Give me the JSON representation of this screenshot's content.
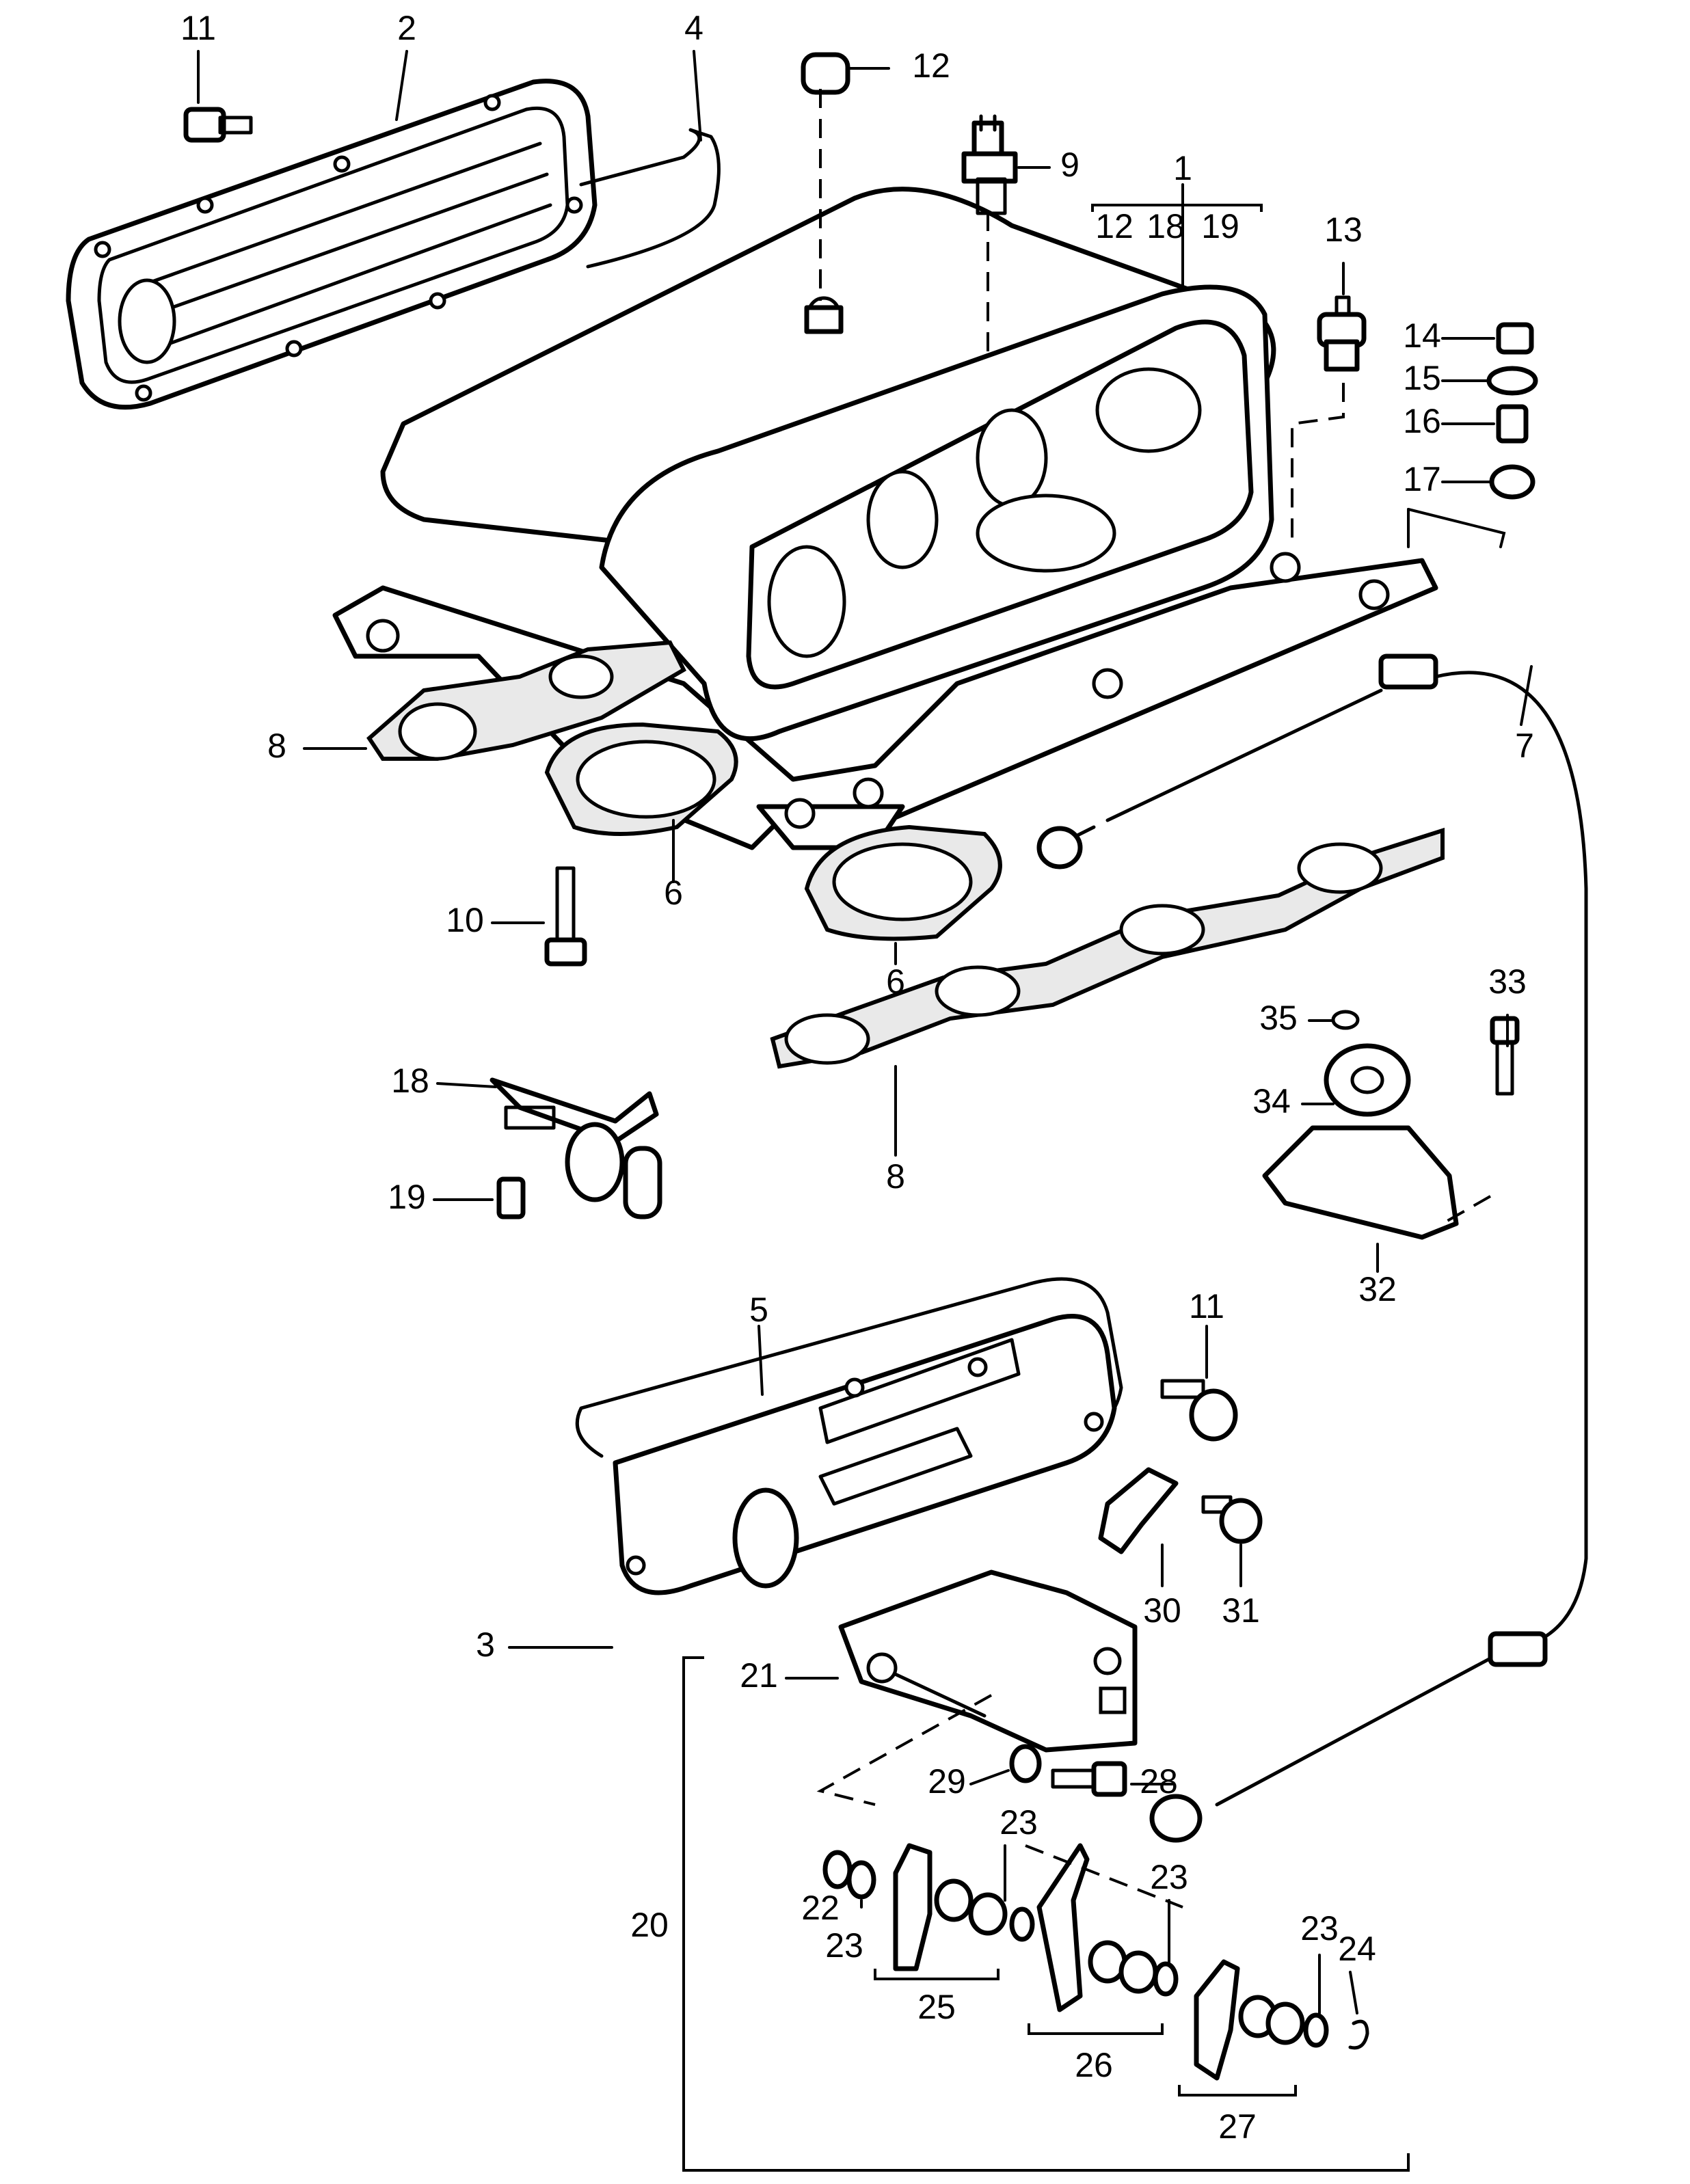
{
  "diagram": {
    "callouts": {
      "c1": "1",
      "c2": "2",
      "c3": "3",
      "c4": "4",
      "c5": "5",
      "c6a": "6",
      "c6b": "6",
      "c7": "7",
      "c8a": "8",
      "c8b": "8",
      "c9": "9",
      "c10": "10",
      "c11a": "11",
      "c11b": "11",
      "c12": "12",
      "c13": "13",
      "c14": "14",
      "c15": "15",
      "c16": "16",
      "c17": "17",
      "c18": "18",
      "c19": "19",
      "c20": "20",
      "c21": "21",
      "c22": "22",
      "c23a": "23",
      "c23b": "23",
      "c23c": "23",
      "c23d": "23",
      "c24": "24",
      "c25": "25",
      "c26": "26",
      "c27": "27",
      "c28": "28",
      "c29": "29",
      "c30": "30",
      "c31": "31",
      "c32": "32",
      "c33": "33",
      "c34": "34",
      "c35": "35"
    },
    "group_1_members": [
      "12",
      "18",
      "19"
    ]
  }
}
